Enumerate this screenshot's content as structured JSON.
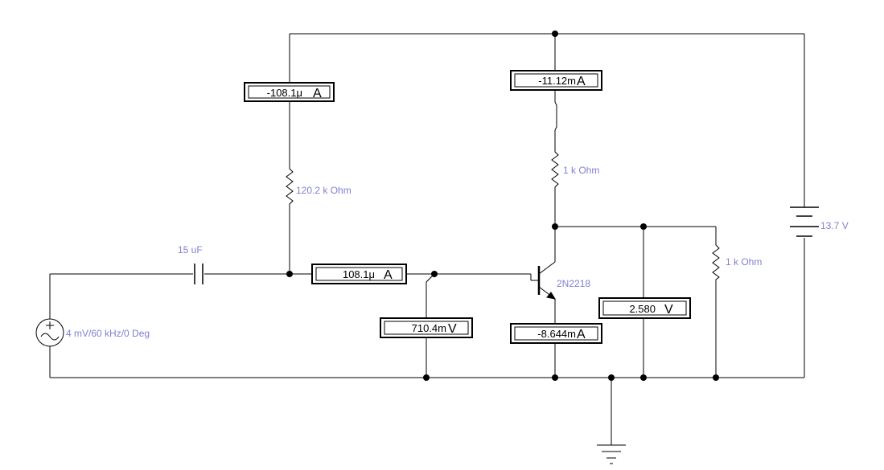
{
  "components": {
    "r_bias": {
      "label": "120.2 k Ohm"
    },
    "r_collector": {
      "label": "1 k Ohm"
    },
    "r_load": {
      "label": "1 k Ohm"
    },
    "capacitor": {
      "label": "15 uF"
    },
    "source": {
      "label": "4 mV/60 kHz/0 Deg"
    },
    "battery": {
      "label": "13.7 V"
    },
    "transistor": {
      "label": "2N2218"
    }
  },
  "meters": {
    "bias_current": {
      "value": "-108.1μ",
      "unit": "A"
    },
    "collector_current": {
      "value": "-11.12m",
      "unit": "A"
    },
    "base_current": {
      "value": "108.1μ",
      "unit": "A"
    },
    "base_voltage": {
      "value": "710.4m",
      "unit": "V"
    },
    "emitter_current": {
      "value": "-8.644m",
      "unit": "A"
    },
    "output_voltage": {
      "value": "2.580",
      "unit": "V"
    }
  }
}
